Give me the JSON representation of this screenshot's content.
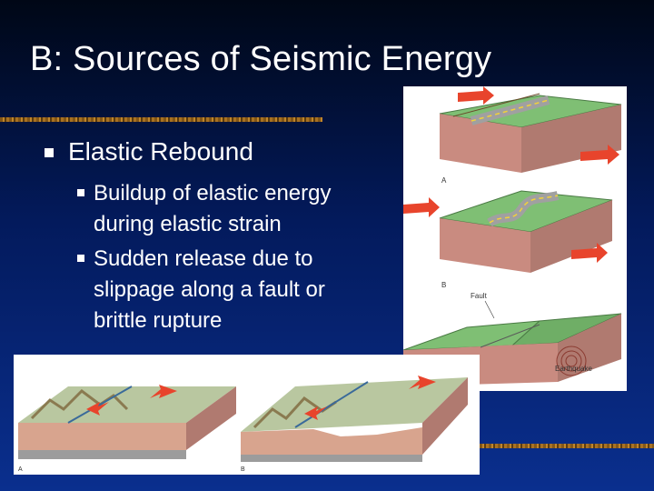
{
  "slide": {
    "title": "B: Sources of Seismic Energy",
    "bullets": {
      "main": "Elastic Rebound",
      "sub1": "Buildup of elastic energy during elastic strain",
      "sub2": "Sudden release due to slippage along a fault or brittle rupture"
    }
  },
  "figure_right": {
    "panel_a": "A",
    "panel_b": "B",
    "fault_label": "Fault",
    "earthquake_label": "Earthquake"
  },
  "figure_bottom": {
    "panel_a": "A",
    "panel_b": "B"
  },
  "colors": {
    "background_top": "#000716",
    "background_bottom": "#0a2f8e",
    "text": "#ffffff",
    "block_top": "#7fbf74",
    "block_side": "#c98b80",
    "arrow": "#e8442c"
  }
}
